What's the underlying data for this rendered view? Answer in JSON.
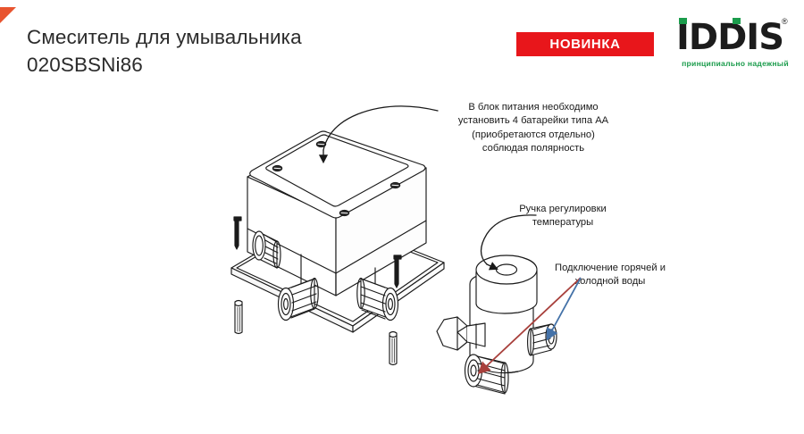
{
  "header": {
    "title": "Смеситель для умывальника\n020SBSNi86",
    "badge_label": "НОВИНКА"
  },
  "logo": {
    "wordmark": "IDDIS",
    "registered_mark": "®",
    "tagline": "принципиально надежный",
    "brand_green": "#1b9c4c",
    "brand_dark": "#1c1c1c"
  },
  "accent": {
    "corner_triangle": "#e8542f",
    "badge_red": "#e8161b",
    "hot_arrow": "#a8403c",
    "cold_arrow": "#4472a8",
    "line_color": "#1a1a1a"
  },
  "annotations": {
    "battery_note": "В блок питания необходимо\nустановить 4 батарейки типа АА\n(приобретаются отдельно)\nсоблюдая полярность",
    "handle_note": "Ручка регулировки\nтемпературы",
    "water_note": "Подключение горячей и\nхолодной воды"
  },
  "drawing": {
    "power_box": {
      "name": "power-supply-box",
      "lid_screw_count": 4,
      "connector_count": 3,
      "loose_screw_count": 2,
      "loose_dowel_count": 2
    },
    "thermostatic_valve": {
      "name": "thermostatic-mixing-valve",
      "knob": "temperature-knob",
      "hot_port": "hot-water-port",
      "cold_port": "cold-water-port"
    }
  }
}
